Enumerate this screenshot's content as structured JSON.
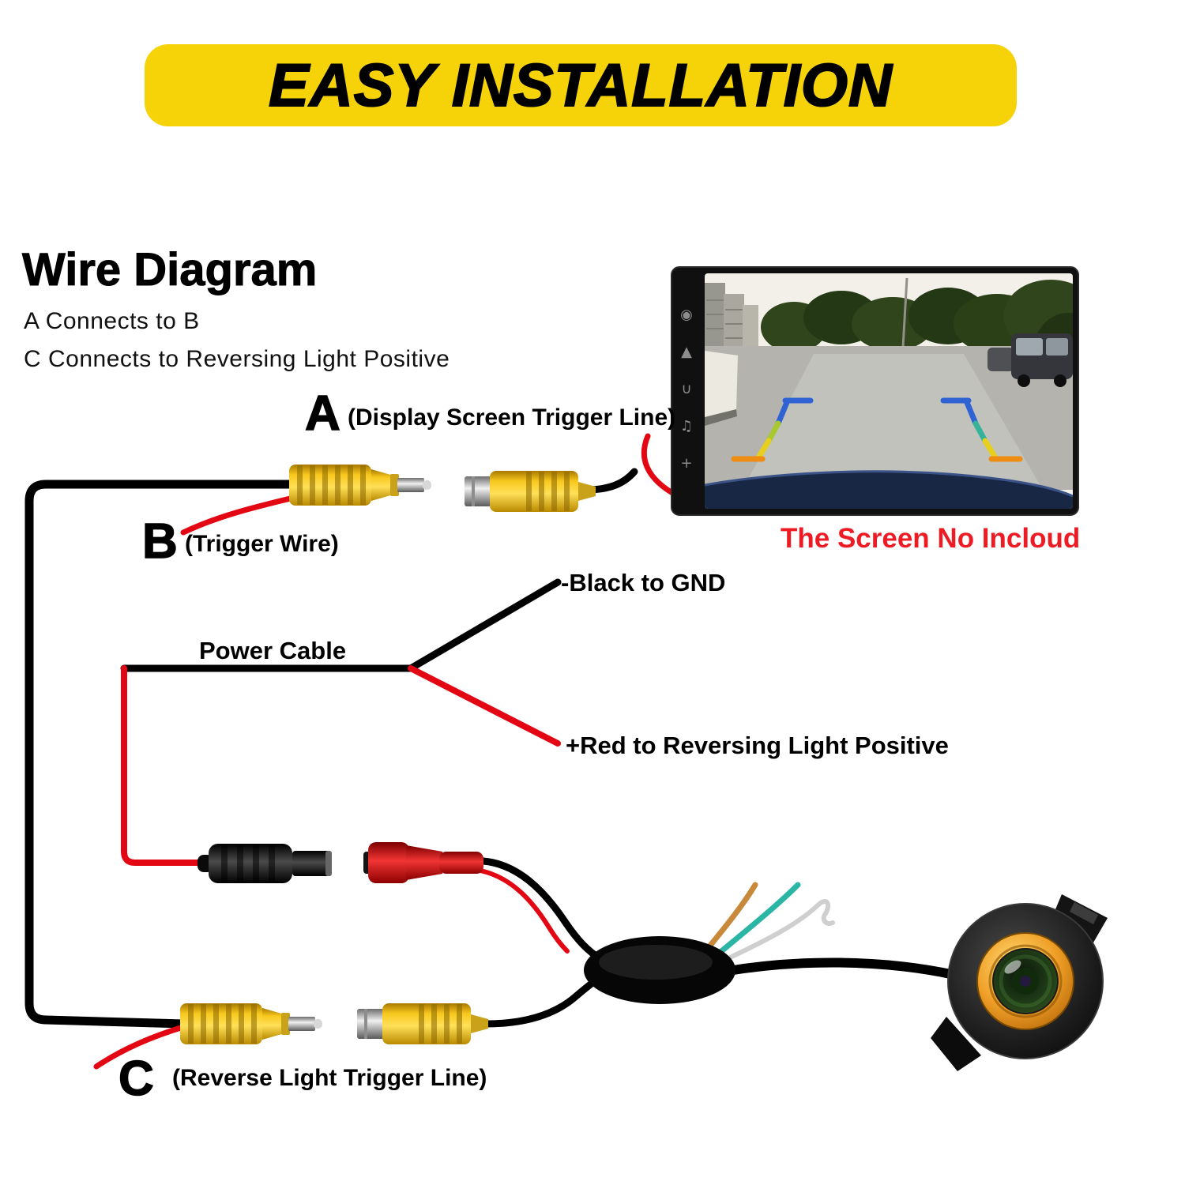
{
  "banner": {
    "title": "EASY INSTALLATION"
  },
  "section": {
    "title": "Wire Diagram",
    "note_a": "A Connects to B",
    "note_c": "C Connects to Reversing Light Positive"
  },
  "labels": {
    "a_letter": "A",
    "a_text": "(Display Screen Trigger Line)",
    "b_letter": "B",
    "b_text": "(Trigger Wire)",
    "c_letter": "C",
    "c_text": "(Reverse Light Trigger Line)",
    "power_cable": "Power Cable",
    "gnd": "-Black to GND",
    "reverse_positive": "+Red to Reversing Light Positive"
  },
  "head_unit": {
    "note": "The Screen No Incloud",
    "icon_glyphs": [
      "◉",
      "▲",
      "∪",
      "♫",
      "+"
    ]
  },
  "colors": {
    "banner_bg": "#F5D308",
    "wire_black": "#000000",
    "wire_red": "#E30613",
    "rca_yellow": "#F2BD0E",
    "dc_jack_red": "#D81F1F",
    "note_red": "#ED1C24",
    "camera_ring_gold": "#EE9B1E",
    "pigtail_tan": "#C8893A",
    "pigtail_teal": "#2AB5A5",
    "pigtail_white": "#DADADA"
  }
}
